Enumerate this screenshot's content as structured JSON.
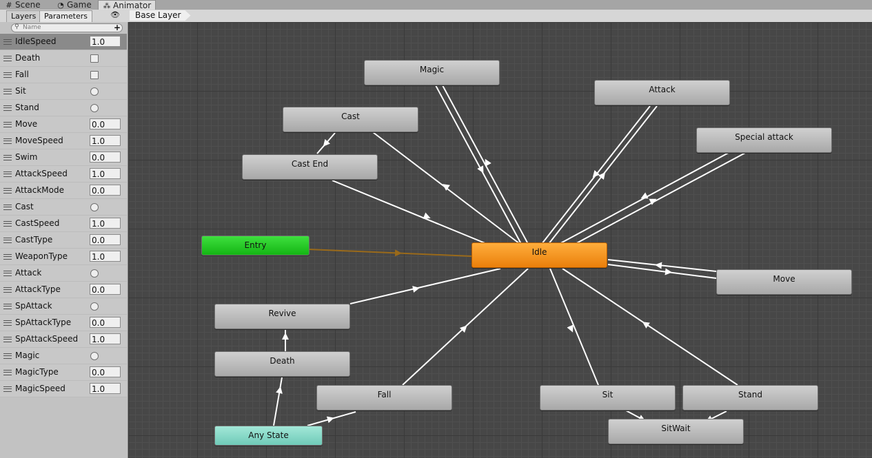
{
  "window_tabs": [
    {
      "label": "Scene",
      "icon": "grid-icon"
    },
    {
      "label": "Game",
      "icon": "pacman-icon"
    },
    {
      "label": "Animator",
      "icon": "animator-icon"
    }
  ],
  "panel_tabs": {
    "layers": "Layers",
    "parameters": "Parameters"
  },
  "breadcrumb": "Base Layer",
  "search": {
    "placeholder": "Name"
  },
  "parameters": [
    {
      "name": "IdleSpeed",
      "type": "float",
      "value": "1.0",
      "selected": true
    },
    {
      "name": "Death",
      "type": "bool"
    },
    {
      "name": "Fall",
      "type": "bool"
    },
    {
      "name": "Sit",
      "type": "trigger"
    },
    {
      "name": "Stand",
      "type": "trigger"
    },
    {
      "name": "Move",
      "type": "float",
      "value": "0.0"
    },
    {
      "name": "MoveSpeed",
      "type": "float",
      "value": "1.0"
    },
    {
      "name": "Swim",
      "type": "float",
      "value": "0.0"
    },
    {
      "name": "AttackSpeed",
      "type": "float",
      "value": "1.0"
    },
    {
      "name": "AttackMode",
      "type": "float",
      "value": "0.0"
    },
    {
      "name": "Cast",
      "type": "trigger"
    },
    {
      "name": "CastSpeed",
      "type": "float",
      "value": "1.0"
    },
    {
      "name": "CastType",
      "type": "float",
      "value": "0.0"
    },
    {
      "name": "WeaponType",
      "type": "float",
      "value": "1.0"
    },
    {
      "name": "Attack",
      "type": "trigger"
    },
    {
      "name": "AttackType",
      "type": "float",
      "value": "0.0"
    },
    {
      "name": "SpAttack",
      "type": "trigger"
    },
    {
      "name": "SpAttackType",
      "type": "float",
      "value": "0.0"
    },
    {
      "name": "SpAttackSpeed",
      "type": "float",
      "value": "1.0"
    },
    {
      "name": "Magic",
      "type": "trigger"
    },
    {
      "name": "MagicType",
      "type": "float",
      "value": "0.0"
    },
    {
      "name": "MagicSpeed",
      "type": "float",
      "value": "1.0"
    }
  ],
  "states": {
    "magic": "Magic",
    "attack": "Attack",
    "cast": "Cast",
    "special_attack": "Special attack",
    "cast_end": "Cast End",
    "entry": "Entry",
    "idle": "Idle",
    "move": "Move",
    "revive": "Revive",
    "death": "Death",
    "fall": "Fall",
    "sit": "Sit",
    "stand": "Stand",
    "any_state": "Any State",
    "sit_wait": "SitWait"
  },
  "colors": {
    "entry": "#22c922",
    "idle": "#f5961f",
    "any_state": "#86d8c6",
    "entry_link": "#9a6a1a",
    "link": "#ffffff"
  }
}
